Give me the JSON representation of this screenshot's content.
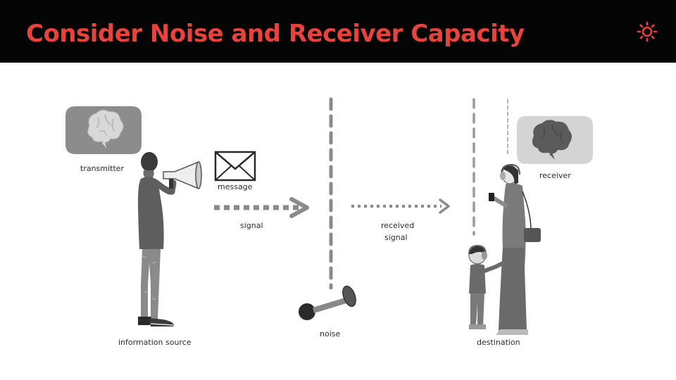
{
  "header": {
    "title": "Consider Noise and Receiver Capacity",
    "title_color": "#e8423d",
    "background": "#050505",
    "icon": "sun-icon"
  },
  "diagram": {
    "labels": {
      "transmitter": "transmitter",
      "information_source": "information source",
      "message": "message",
      "signal": "signal",
      "noise": "noise",
      "received_signal_line1": "received",
      "received_signal_line2": "signal",
      "receiver": "receiver",
      "destination": "destination"
    },
    "icons": [
      "brain-icon",
      "envelope-icon",
      "megaphone-icon",
      "noise-horn-icon",
      "headphones-icon",
      "phone-icon"
    ],
    "colors": {
      "arrow": "#8a8a8a",
      "line": "#9a9a9a",
      "bubble_left": "#8c8c8c",
      "bubble_right": "#d4d4d4"
    }
  }
}
